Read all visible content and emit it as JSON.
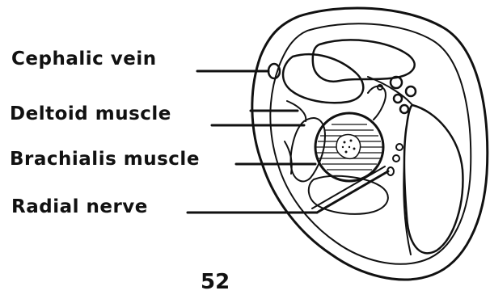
{
  "labels": {
    "cephalic_vein": "Cephalic vein",
    "deltoid_muscle": "Deltoid muscle",
    "brachialis_muscle": "Brachialis muscle",
    "radial_nerve": "Radial nerve"
  },
  "page_number": "52"
}
